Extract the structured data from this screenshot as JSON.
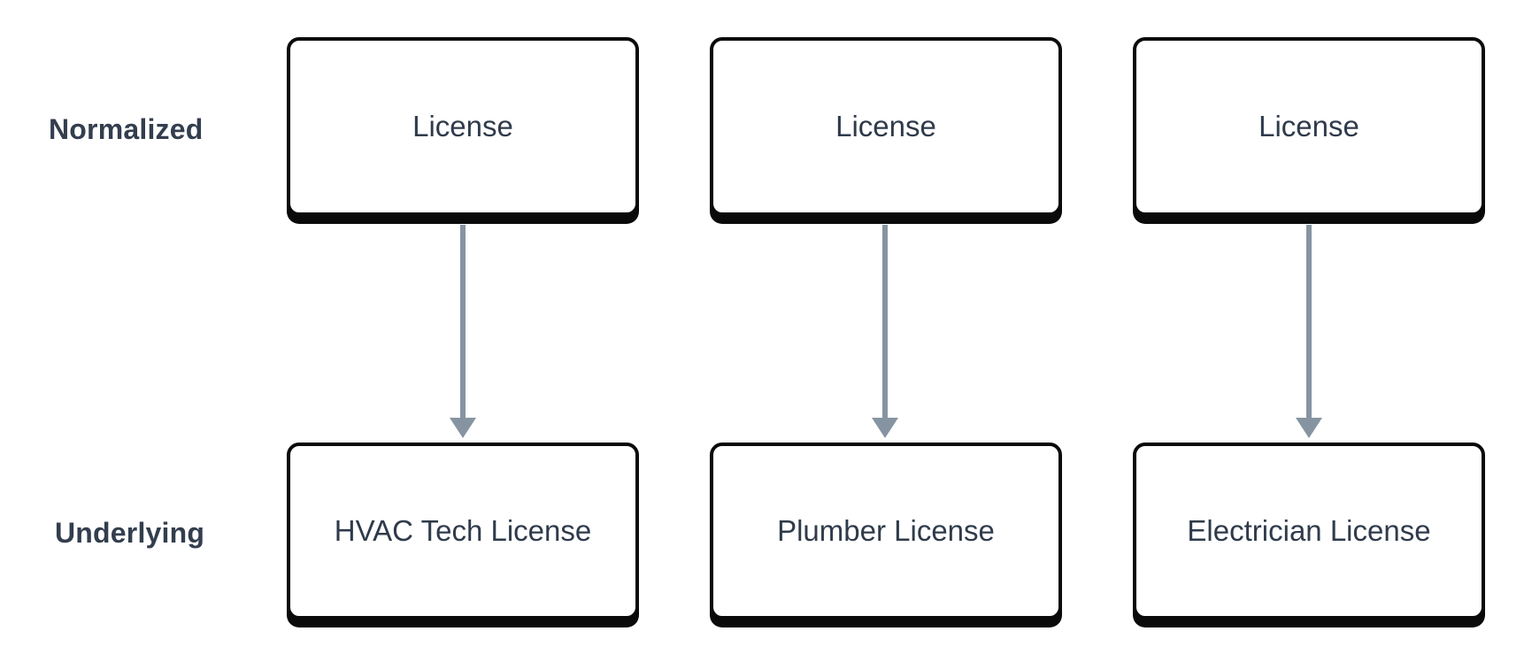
{
  "diagram": {
    "rows": [
      {
        "label": "Normalized"
      },
      {
        "label": "Underlying"
      }
    ],
    "columns": [
      {
        "normalized_label": "License",
        "underlying_label": "HVAC Tech License"
      },
      {
        "normalized_label": "License",
        "underlying_label": "Plumber License"
      },
      {
        "normalized_label": "License",
        "underlying_label": "Electrician License"
      }
    ],
    "icons": {
      "arrow_direction": "down"
    },
    "colors": {
      "background": "#ffffff",
      "box_fill": "#ffffff",
      "box_border": "#0a0a0a",
      "box_text": "#2f3b4b",
      "row_label_text": "#333e4e",
      "arrow": "#8694a2"
    }
  }
}
